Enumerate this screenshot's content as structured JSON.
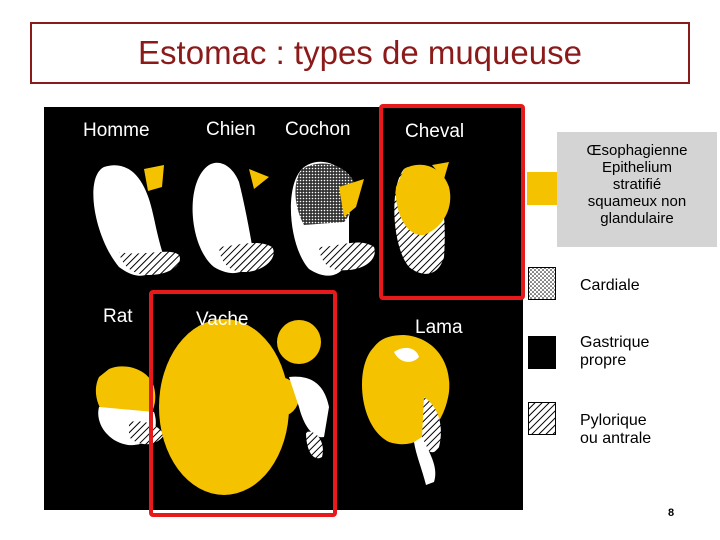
{
  "title": "Estomac : types de muqueuse",
  "animals": {
    "homme": "Homme",
    "chien": "Chien",
    "cochon": "Cochon",
    "cheval": "Cheval",
    "rat": "Rat",
    "vache": "Vache",
    "lama": "Lama"
  },
  "legend": {
    "oesophagienne": {
      "line1": "Œsophagienne",
      "line2": "Epithelium",
      "line3": "stratifié",
      "line4": "squameux non",
      "line5": "glandulaire",
      "color": "#f5c200"
    },
    "cardiale": {
      "label": "Cardiale",
      "pattern": "dotted"
    },
    "gastrique": {
      "line1": "Gastrique",
      "line2": "propre",
      "color": "#000000"
    },
    "pylorique": {
      "line1": "Pylorique",
      "line2": "ou antrale",
      "pattern": "diagonal-hatch"
    }
  },
  "colors": {
    "yellow": "#f5c200",
    "frame": "#e8191a",
    "title": "#8b1a1a"
  },
  "page_number": "8"
}
